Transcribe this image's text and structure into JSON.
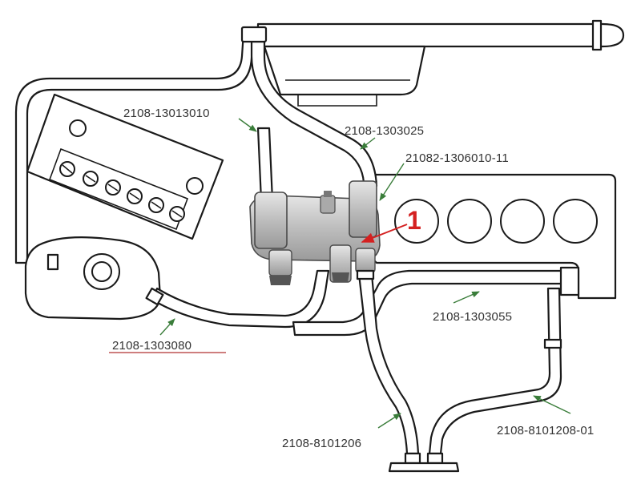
{
  "callouts": [
    {
      "id": "c1",
      "text": "2108-13013010"
    },
    {
      "id": "c2",
      "text": "2108-1303025"
    },
    {
      "id": "c3",
      "text": "21082-1306010-11"
    },
    {
      "id": "c4",
      "text": "2108-1303055"
    },
    {
      "id": "c5",
      "text": "2108-1303080"
    },
    {
      "id": "c6",
      "text": "2108-8101206"
    },
    {
      "id": "c7",
      "text": "2108-8101208-01"
    }
  ],
  "marker": {
    "text": "1",
    "color": "#d42020"
  },
  "colors": {
    "leader": "#3a7d3a",
    "underline": "#b03030",
    "valve": "#c8c8c8",
    "marker": "#d42020"
  }
}
